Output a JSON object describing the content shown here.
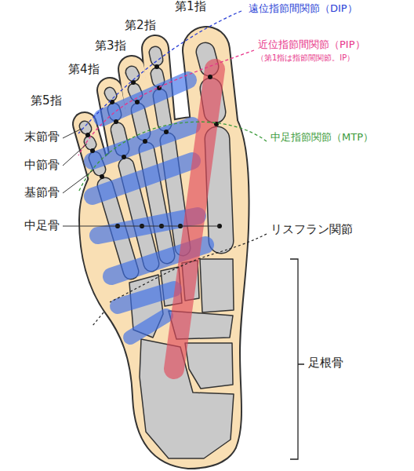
{
  "diagram": {
    "labels": [
      "第1指",
      "遠位指節間関節（DIP）",
      "第2指",
      "近位指節間関節（PIP）",
      "（第1指は指節間関節。IP）",
      "第3指",
      "第4指",
      "第5指",
      "末節骨",
      "中足指節関節（MTP）",
      "中節骨",
      "基節骨",
      "中足骨",
      "リスフラン関節",
      "足根骨"
    ]
  }
}
